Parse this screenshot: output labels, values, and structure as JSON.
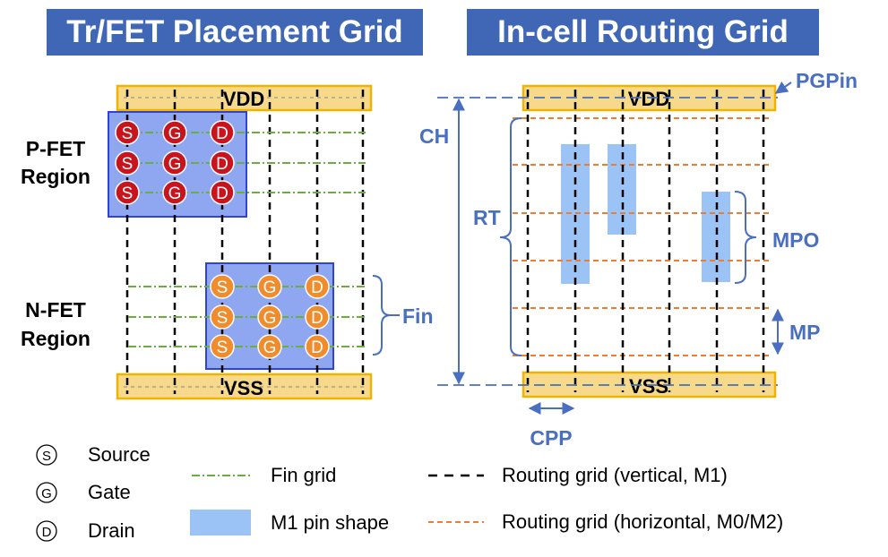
{
  "left_panel": {
    "title": "Tr/FET Placement Grid",
    "vdd_label": "VDD",
    "vss_label": "VSS",
    "pfet_label_line1": "P-FET",
    "pfet_label_line2": "Region",
    "nfet_label_line1": "N-FET",
    "nfet_label_line2": "Region",
    "fin_label": "Fin",
    "terminal_letters": [
      "S",
      "G",
      "D"
    ]
  },
  "right_panel": {
    "title": "In-cell Routing Grid",
    "vdd_label": "VDD",
    "vss_label": "VSS",
    "pgpin_label": "PGPin",
    "ch_label": "CH",
    "rt_label": "RT",
    "mpo_label": "MPO",
    "mp_label": "MP",
    "cpp_label": "CPP"
  },
  "legend": {
    "source_symbol": "S",
    "source_label": "Source",
    "gate_symbol": "G",
    "gate_label": "Gate",
    "drain_symbol": "D",
    "drain_label": "Drain",
    "fin_grid_label": "Fin grid",
    "pin_shape_label": "M1 pin shape",
    "routing_vertical_label": "Routing grid (vertical, M1)",
    "routing_horizontal_label": "Routing grid (horizontal, M0/M2)"
  },
  "colors": {
    "banner": "#3f67b6",
    "label_blue": "#4a6fc0",
    "rail_fill": "#f7d98b",
    "rail_border": "#f0b400",
    "pfet_terminal": "#c8141c",
    "nfet_terminal": "#f08c2c",
    "region_fill": "#8fa6f0",
    "region_border": "#2f44d6",
    "fin_grid": "#6aaf3c",
    "horizontal_grid": "#ed7d31",
    "pin_shape": "#9cc3f5"
  }
}
